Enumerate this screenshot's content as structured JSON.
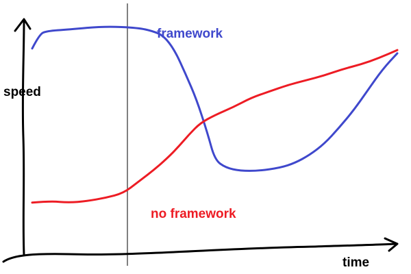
{
  "chart_data": {
    "type": "line",
    "title": "",
    "xlabel": "time",
    "ylabel": "speed",
    "xlim": [
      0,
      10
    ],
    "ylim": [
      0,
      10
    ],
    "grid": false,
    "legend": "inline labels",
    "series": [
      {
        "name": "framework",
        "color": "#3f48cc",
        "points": [
          [
            0.0,
            8.5
          ],
          [
            0.2,
            9.4
          ],
          [
            0.4,
            9.6
          ],
          [
            1.0,
            9.7
          ],
          [
            2.0,
            9.9
          ],
          [
            2.9,
            9.8
          ],
          [
            3.3,
            9.6
          ],
          [
            3.6,
            9.3
          ],
          [
            3.9,
            8.4
          ],
          [
            4.2,
            6.9
          ],
          [
            4.5,
            5.3
          ],
          [
            4.8,
            3.2
          ],
          [
            5.0,
            1.5
          ],
          [
            5.3,
            1.0
          ],
          [
            5.7,
            0.8
          ],
          [
            6.2,
            0.8
          ],
          [
            6.8,
            1.0
          ],
          [
            7.2,
            1.3
          ],
          [
            7.6,
            1.8
          ],
          [
            8.0,
            2.5
          ],
          [
            8.4,
            3.5
          ],
          [
            8.8,
            4.6
          ],
          [
            9.2,
            5.9
          ],
          [
            9.6,
            7.2
          ],
          [
            10.0,
            8.2
          ]
        ]
      },
      {
        "name": "no framework",
        "color": "#ed1c24",
        "points": [
          [
            0.0,
            -1.2
          ],
          [
            0.5,
            -1.1
          ],
          [
            1.0,
            -1.2
          ],
          [
            1.5,
            -1.1
          ],
          [
            2.0,
            -0.9
          ],
          [
            2.5,
            -0.6
          ],
          [
            2.9,
            0.1
          ],
          [
            3.3,
            0.8
          ],
          [
            3.7,
            1.6
          ],
          [
            4.0,
            2.3
          ],
          [
            4.3,
            3.1
          ],
          [
            4.6,
            3.8
          ],
          [
            5.0,
            4.3
          ],
          [
            5.5,
            4.8
          ],
          [
            6.0,
            5.4
          ],
          [
            6.5,
            5.8
          ],
          [
            7.0,
            6.2
          ],
          [
            7.5,
            6.5
          ],
          [
            8.0,
            6.8
          ],
          [
            8.5,
            7.2
          ],
          [
            9.0,
            7.5
          ],
          [
            9.5,
            7.9
          ],
          [
            10.0,
            8.4
          ]
        ]
      }
    ]
  }
}
